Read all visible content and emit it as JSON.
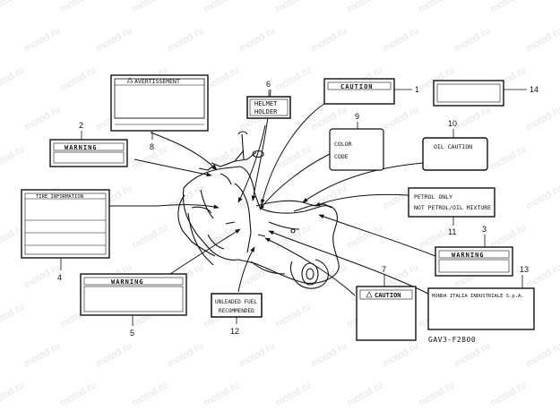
{
  "watermark": "motod.ru",
  "diagram_code": "GAV3-F2800",
  "labels": {
    "l1": {
      "number": "1",
      "text": "CAUTION"
    },
    "l2": {
      "number": "2",
      "text": "WARNING"
    },
    "l3": {
      "number": "3",
      "text": "WARNING"
    },
    "l4": {
      "number": "4",
      "text": "TIRE INFORMATION"
    },
    "l5": {
      "number": "5",
      "text": "WARNING"
    },
    "l6": {
      "number": "6",
      "line1": "HELMET",
      "line2": "HOLDER"
    },
    "l7": {
      "number": "7",
      "text": "CAUTION"
    },
    "l8": {
      "number": "8",
      "text": "AVERTISSEMENT"
    },
    "l9": {
      "number": "9",
      "line1": "COLOR",
      "line2": "CODE"
    },
    "l10": {
      "number": "10",
      "text": "OIL CAUTION"
    },
    "l11": {
      "number": "11",
      "line1": "PETROL ONLY",
      "line2": "NOT PETROL/OIL MIXTURE"
    },
    "l12": {
      "number": "12",
      "line1": "UNLEADED FUEL",
      "line2": "RECOMMENDED"
    },
    "l13": {
      "number": "13",
      "text": "HONDA ITALIA INDUSTRIALE S.p.A."
    },
    "l14": {
      "number": "14"
    }
  }
}
